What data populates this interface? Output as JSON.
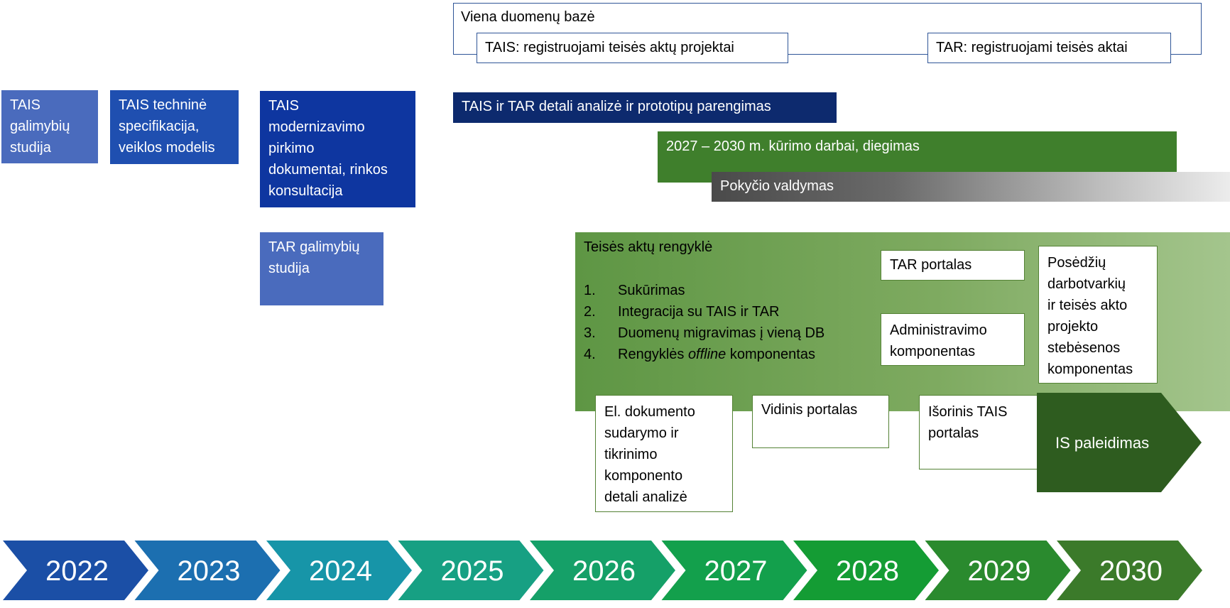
{
  "db_box": {
    "title": "Viena duomenų bazė",
    "tais": "TAIS: registruojami teisės aktų projektai",
    "tar": "TAR: registruojami teisės aktai"
  },
  "phases": {
    "tais_study": "TAIS\ngalimybių\nstudija",
    "tais_spec": "TAIS techninė\nspecifikacija,\nveiklos modelis",
    "tais_procurement": "TAIS\nmodernizavimo\npirkimo\ndokumentai, rinkos\nkonsultacija",
    "tar_study": "TAR galimybių\nstudija"
  },
  "bars": {
    "analysis": "TAIS ir TAR detali analizė ir prototipų parengimas",
    "development": "2027 – 2030 m. kūrimo darbai, diegimas",
    "change_mgmt": "Pokyčio valdymas"
  },
  "editor_panel": {
    "title": "Teisės aktų rengyklė",
    "steps": [
      {
        "num": "1.",
        "pre": "Sukūrimas",
        "italic": "",
        "post": ""
      },
      {
        "num": "2.",
        "pre": "Integracija su TAIS ir TAR",
        "italic": "",
        "post": ""
      },
      {
        "num": "3.",
        "pre": "Duomenų migravimas į vieną DB",
        "italic": "",
        "post": ""
      },
      {
        "num": "4.",
        "pre": "Rengyklės ",
        "italic": "offline",
        "post": " komponentas"
      }
    ],
    "tar_portal": "TAR portalas",
    "admin_component": "Administravimo\nkomponentas",
    "meeting_component": "Posėdžių\ndarbotvarkių\nir teisės akto\nprojekto\nstebėsenos\nkomponentas"
  },
  "bottom_boxes": {
    "el_doc": "El. dokumento\nsudarymo ir\ntikrinimo\nkomponento\ndetali analizė",
    "internal_portal": "Vidinis portalas",
    "external_portal": "Išorinis TAIS\nportalas",
    "launch": "IS paleidimas"
  },
  "timeline": {
    "years": [
      "2022",
      "2023",
      "2024",
      "2025",
      "2026",
      "2027",
      "2028",
      "2029",
      "2030"
    ],
    "colors": [
      "#1b4fa6",
      "#1c6fb0",
      "#1795a8",
      "#17a083",
      "#15a068",
      "#13a04c",
      "#149c34",
      "#2a8a2e",
      "#3b7a2a"
    ]
  }
}
